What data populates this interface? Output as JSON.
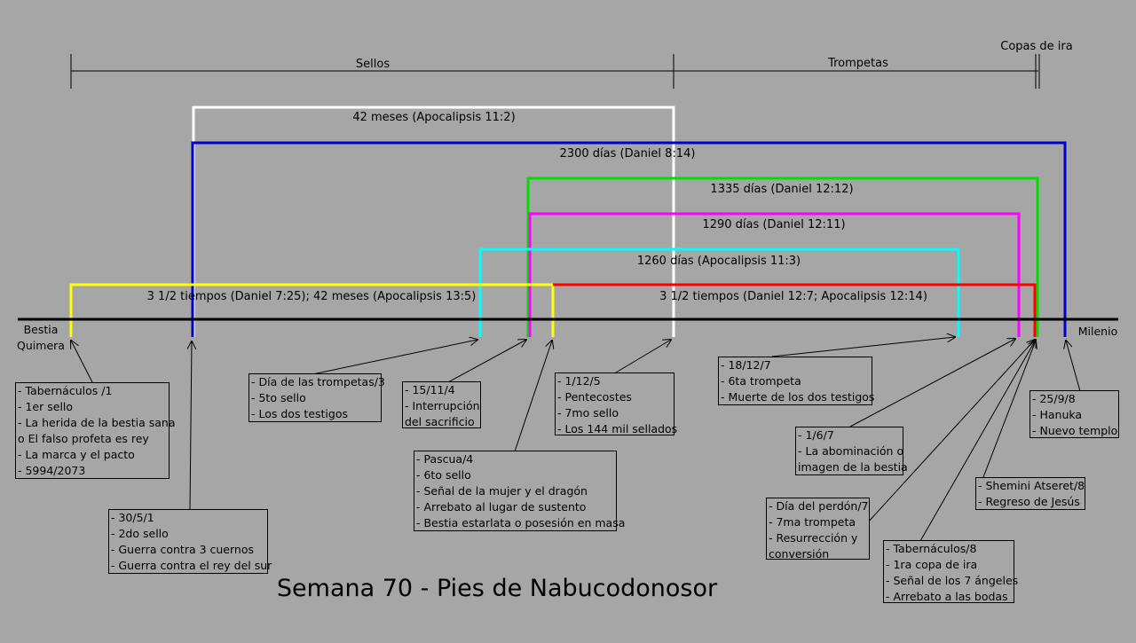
{
  "title": "Semana 70 - Pies de Nabucodonosor",
  "periods": {
    "sellos": "Sellos",
    "trompetas": "Trompetas",
    "copas": "Copas de ira"
  },
  "spans": [
    {
      "label": "42 meses (Apocalipsis 11:2)",
      "color": "#ffffff"
    },
    {
      "label": "2300 días (Daniel 8:14)",
      "color": "#0000cc"
    },
    {
      "label": "1335 días (Daniel 12:12)",
      "color": "#00e000"
    },
    {
      "label": "1290 días (Daniel 12:11)",
      "color": "#ff00ff"
    },
    {
      "label": "1260 días (Apocalipsis 11:3)",
      "color": "#00ffff"
    },
    {
      "label": "3 1/2 tiempos (Daniel  7:25); 42 meses (Apocalipsis 13:5)",
      "color": "#ffff00"
    },
    {
      "label": "3 1/2 tiempos (Daniel 12:7; Apocalipsis 12:14)",
      "color": "#ff0000"
    }
  ],
  "timeline": {
    "start_line1": "Bestia",
    "start_line2": "Quimera",
    "end": "Milenio"
  },
  "notes": [
    {
      "lines": [
        "- Tabernáculos /1",
        "- 1er sello",
        "- La herida de la bestia sana",
        "o El falso profeta es rey",
        "- La marca y el pacto",
        "- 5994/2073"
      ]
    },
    {
      "lines": [
        "- 30/5/1",
        "- 2do sello",
        "- Guerra contra 3 cuernos",
        "- Guerra contra el rey del sur"
      ]
    },
    {
      "lines": [
        "- Día de las trompetas/3",
        "- 5to sello",
        "- Los dos testigos"
      ]
    },
    {
      "lines": [
        "- 15/11/4",
        "- Interrupción",
        "del sacrificio"
      ]
    },
    {
      "lines": [
        "- Pascua/4",
        "- 6to sello",
        "- Señal de la mujer y el dragón",
        "- Arrebato al lugar de sustento",
        "- Bestia estarlata o posesión en masa"
      ]
    },
    {
      "lines": [
        "- 1/12/5",
        "- Pentecostes",
        "- 7mo sello",
        "- Los 144 mil sellados"
      ]
    },
    {
      "lines": [
        "- 18/12/7",
        "- 6ta trompeta",
        "- Muerte de los dos testigos"
      ]
    },
    {
      "lines": [
        "- 1/6/7",
        "- La abominación o",
        "imagen de la bestia"
      ]
    },
    {
      "lines": [
        "- Día del perdón/7",
        "- 7ma trompeta",
        "- Resurrección y",
        "conversión"
      ]
    },
    {
      "lines": [
        "- Tabernáculos/8",
        "- 1ra copa de ira",
        "- Señal de los 7 ángeles",
        "- Arrebato a las bodas"
      ]
    },
    {
      "lines": [
        "- Shemini Atseret/8",
        "- Regreso de Jesús"
      ]
    },
    {
      "lines": [
        "- 25/9/8",
        "- Hanuka",
        "- Nuevo templo"
      ]
    }
  ]
}
